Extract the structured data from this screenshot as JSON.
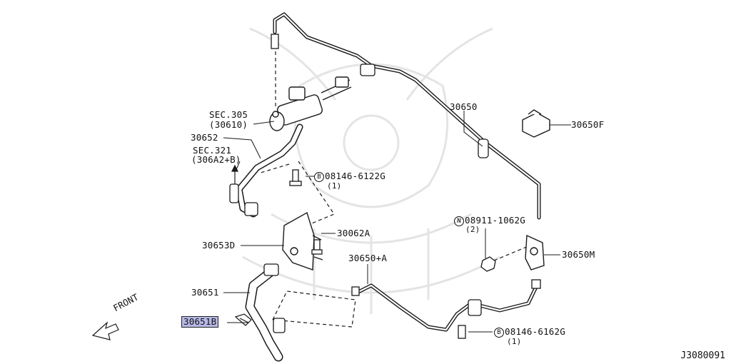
{
  "colors": {
    "line": "#1a1a1a",
    "highlight_fill": "#b7b9e8",
    "watermark": "#e6e6e6"
  },
  "labels": {
    "sec305": "SEC.305",
    "sec305_sub": "(30610)",
    "p30652": "30652",
    "sec321": "SEC.321",
    "sec321_sub": "(306A2+B)",
    "bolt1": "08146-6122G",
    "bolt1_qty": "(1)",
    "bolt1_mark": "B",
    "p30653d": "30653D",
    "p30062a": "30062A",
    "p30651": "30651",
    "p30651b": "30651B",
    "p30650": "30650",
    "p30650f": "30650F",
    "nut": "08911-1062G",
    "nut_qty": "(2)",
    "nut_mark": "N",
    "p30650m": "30650M",
    "p30650a": "30650+A",
    "bolt2": "08146-6162G",
    "bolt2_qty": "(1)",
    "bolt2_mark": "B",
    "front": "FRONT",
    "diagram_code": "J3080091"
  }
}
